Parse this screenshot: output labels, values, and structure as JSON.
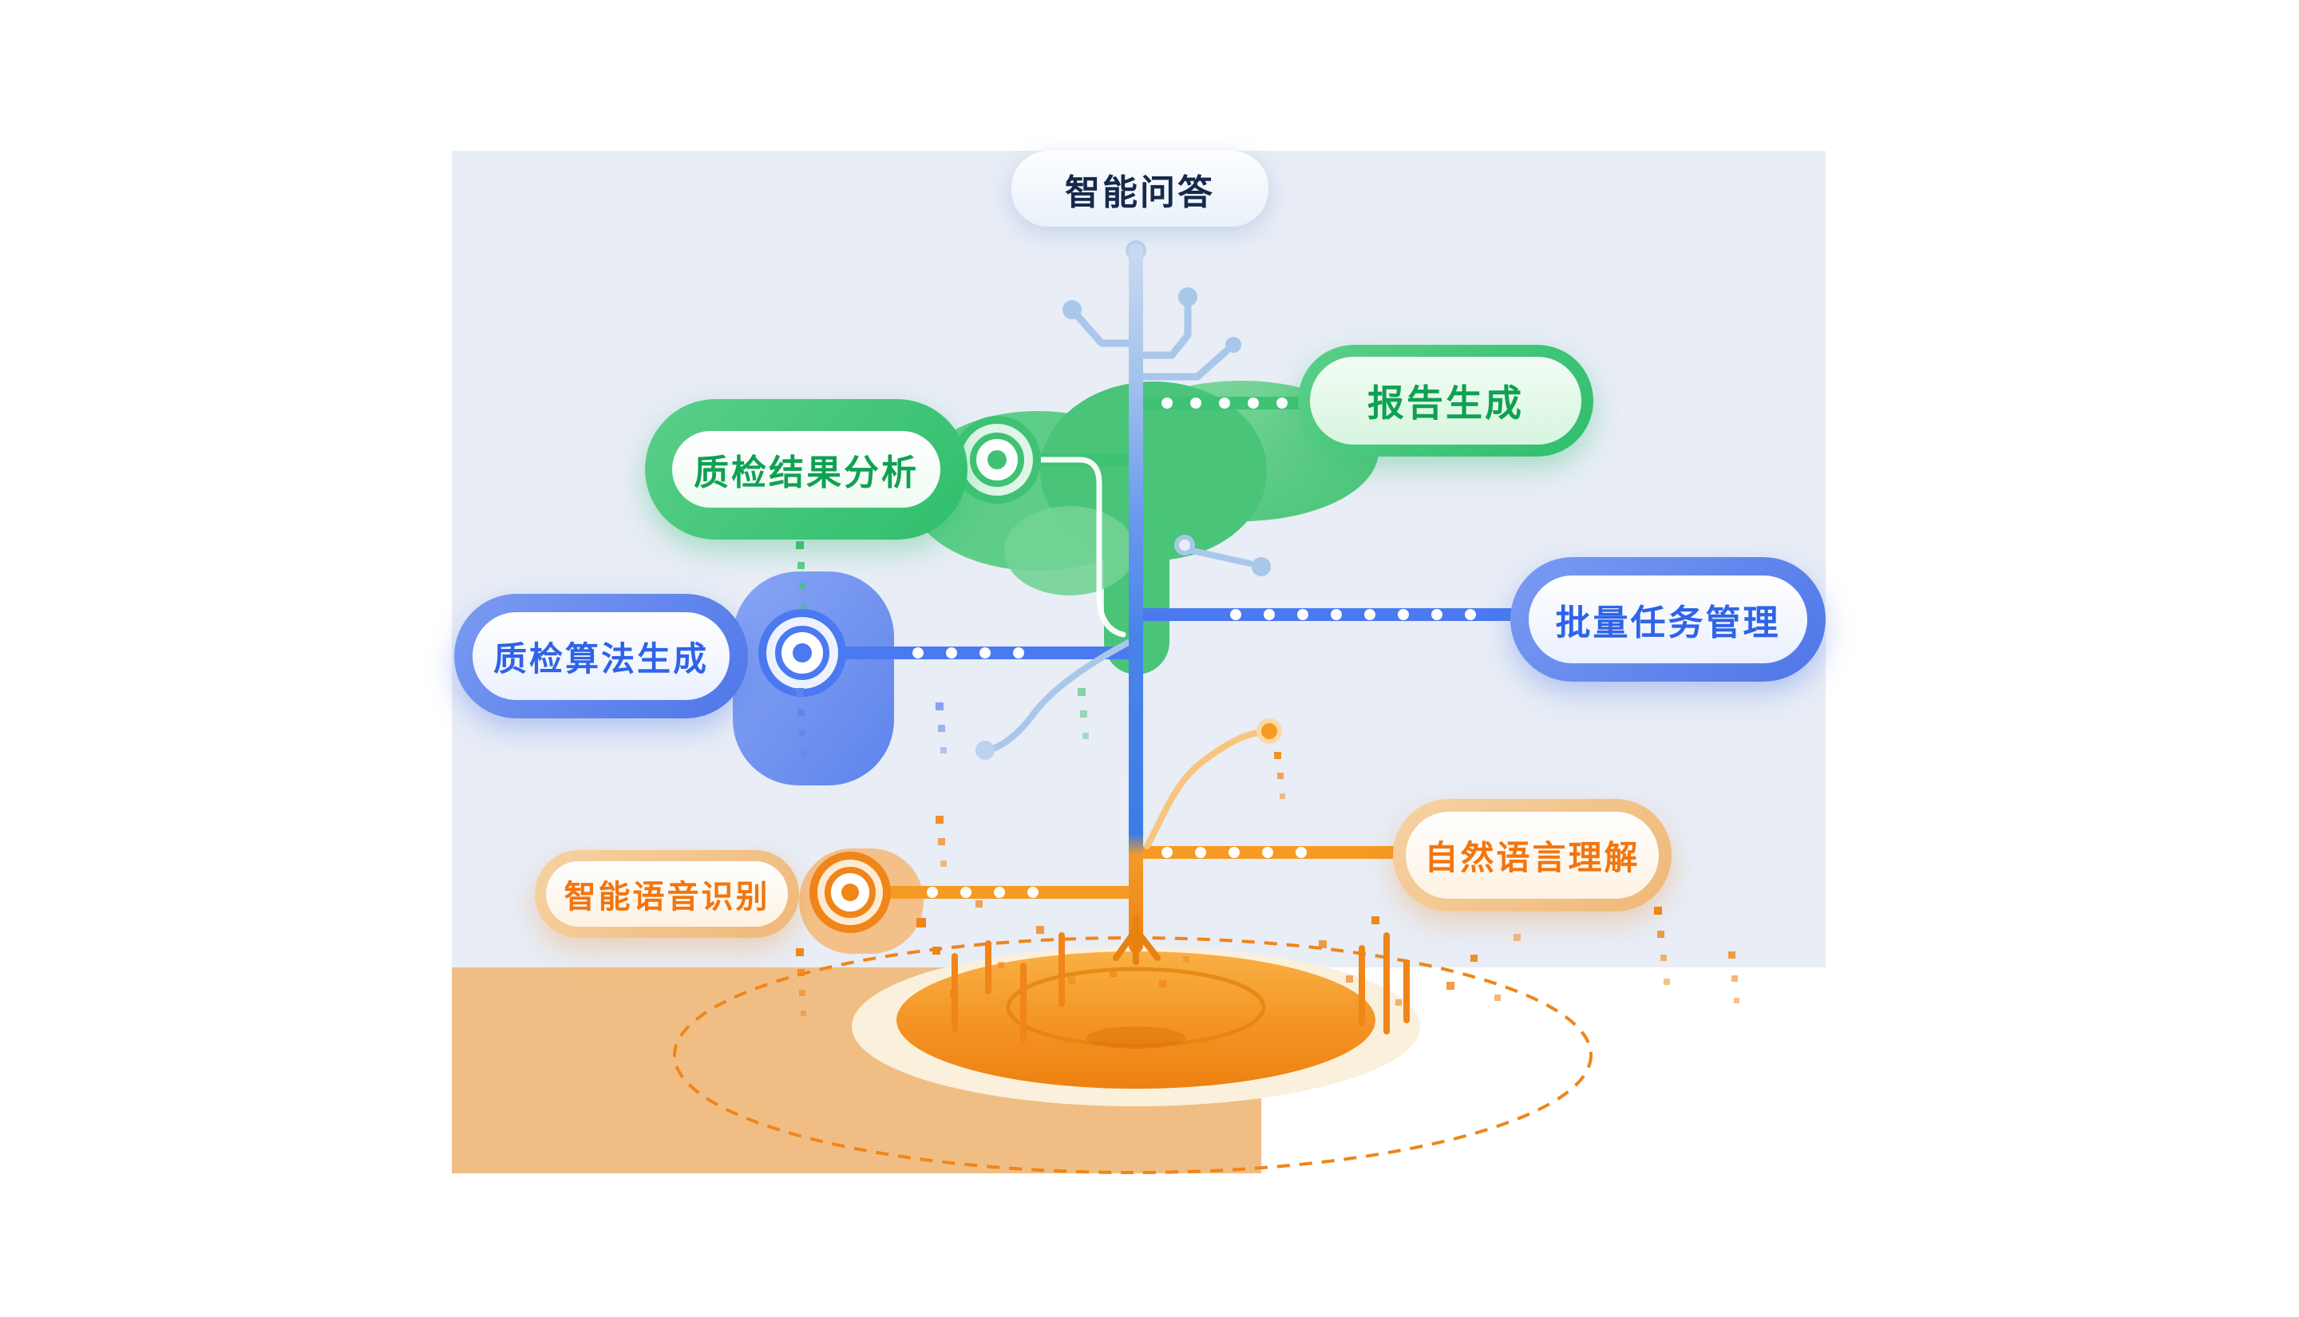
{
  "diagram": {
    "nodes": {
      "qa": {
        "label": "智能问答"
      },
      "report": {
        "label": "报告生成"
      },
      "analysis": {
        "label": "质检结果分析"
      },
      "batch": {
        "label": "批量任务管理"
      },
      "algorithm": {
        "label": "质检算法生成"
      },
      "nlu": {
        "label": "自然语言理解"
      },
      "asr": {
        "label": "智能语音识别"
      }
    },
    "palette": {
      "panel": "#E8EDF6",
      "ground": "#F0BE84",
      "green": "#3FC273",
      "green_text": "#0FA152",
      "blue": "#5D83EC",
      "blue_text": "#2F63E8",
      "orange": "#F59A23",
      "orange_deep": "#F08217",
      "orange_text": "#F2750F",
      "tan": "#F3C794",
      "branch_blue": "#A9C7EA",
      "trunk_blue": "#3D7CE8"
    }
  }
}
